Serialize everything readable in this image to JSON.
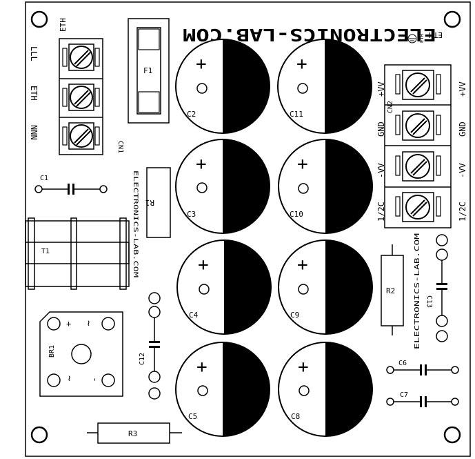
{
  "header": {
    "brand": "ELECTRONICS-LAB.COM",
    "eth_top_left": "ETH",
    "eth_top_right": "ETH",
    "eth_small": "ETH"
  },
  "cn1": {
    "name": "CN1",
    "labels": [
      "LLL",
      "ETH",
      "NNN"
    ]
  },
  "cn2": {
    "name": "CN2",
    "labels_left": [
      "+VV",
      "GND",
      "-VV",
      "1/2C"
    ],
    "labels_right": [
      "+VV",
      "GND",
      "-VV",
      "1/2C"
    ]
  },
  "fuse": {
    "name": "F1"
  },
  "resistors": {
    "r1": "R1",
    "r2": "R2",
    "r3": "R3"
  },
  "caps_small": {
    "c1": "C1",
    "c6": "C6",
    "c7": "C7",
    "c12": "C12",
    "c13": "C13"
  },
  "caps_large": {
    "left": [
      "C2",
      "C3",
      "C4",
      "C5"
    ],
    "right": [
      "C11",
      "C10",
      "C9",
      "C8"
    ],
    "plus": "+"
  },
  "transformer": {
    "name": "T1"
  },
  "bridge": {
    "name": "BR1",
    "plus": "+",
    "minus": "-",
    "ac": "~"
  },
  "vertical_text": {
    "middle": "ELECTRONICS-LAB.COM",
    "right": "ELECTRONICS-LAB.COM"
  }
}
